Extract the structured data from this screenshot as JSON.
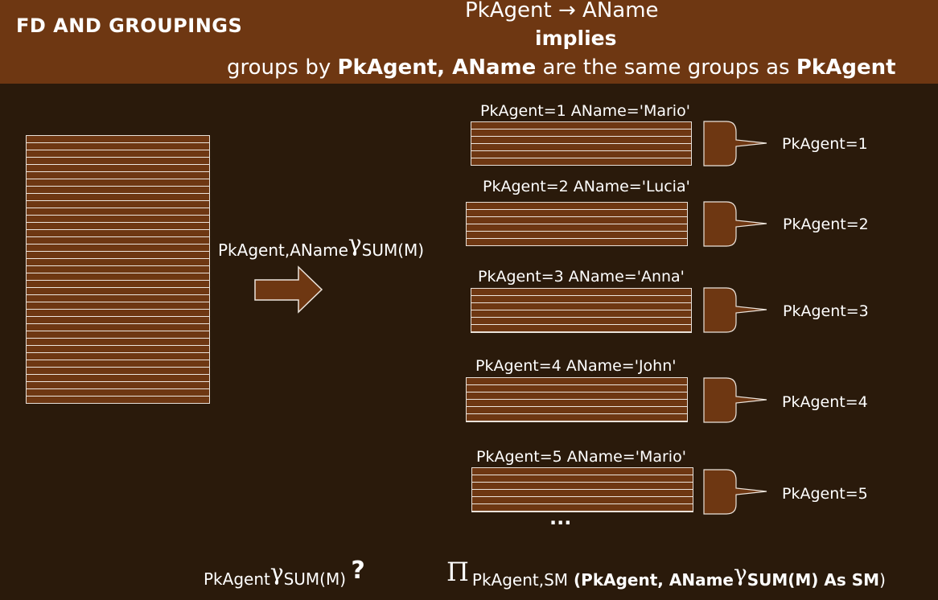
{
  "slide": {
    "title": "FD AND GROUPINGS",
    "fd_left": "PkAgent",
    "fd_arrow": "→",
    "fd_right": "AName",
    "implies": "implies",
    "conclusion": {
      "pre": "groups by ",
      "keys": "PkAgent, AName",
      "mid": " are the same groups as ",
      "key2": "PkAgent"
    },
    "operator": {
      "sub": "PkAgent,AName",
      "gamma": "γ",
      "agg": "SUM(M)"
    },
    "groups": [
      {
        "label": "PkAgent=1 AName='Mario'",
        "brace": "PkAgent=1"
      },
      {
        "label": "PkAgent=2 AName='Lucia'",
        "brace": "PkAgent=2"
      },
      {
        "label": "PkAgent=3 AName='Anna'",
        "brace": "PkAgent=3"
      },
      {
        "label": "PkAgent=4 AName='John'",
        "brace": "PkAgent=4"
      },
      {
        "label": "PkAgent=5 AName='Mario'",
        "brace": "PkAgent=5"
      }
    ],
    "ellipsis": "...",
    "bottom_left": {
      "sub": "PkAgent",
      "gamma": "γ",
      "agg": "SUM(M)",
      "q": "?"
    },
    "bottom_right": {
      "pi": "Π",
      "proj": "PkAgent,SM",
      "open": " (",
      "sub": "PkAgent, AName",
      "gamma": "γ",
      "agg": "SUM(M)",
      "as": " As SM",
      "close": ")"
    },
    "colors": {
      "header": "#6e3712",
      "background": "#2a1a0b",
      "row": "#6e3712",
      "line": "#ece4dc"
    }
  }
}
